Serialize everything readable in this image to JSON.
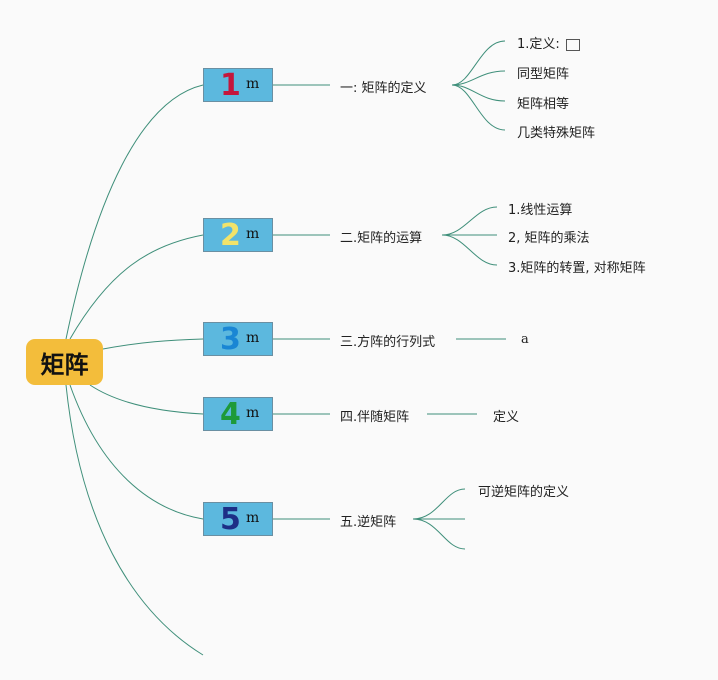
{
  "root": {
    "label": "矩阵"
  },
  "sections": [
    {
      "num": "1",
      "num_color": "#c4163c",
      "suffix": "m",
      "title": "一: 矩阵的定义",
      "items": [
        "1.定义: ",
        "同型矩阵",
        "矩阵相等",
        "几类特殊矩阵"
      ]
    },
    {
      "num": "2",
      "num_color": "#f2e36a",
      "suffix": "m",
      "title": "二.矩阵的运算",
      "items": [
        "1.线性运算",
        "2, 矩阵的乘法",
        "3.矩阵的转置, 对称矩阵"
      ]
    },
    {
      "num": "3",
      "num_color": "#1a86d4",
      "suffix": "m",
      "title": "三.方阵的行列式",
      "items": [
        "a"
      ]
    },
    {
      "num": "4",
      "num_color": "#1e9a3a",
      "suffix": "m",
      "title": "四.伴随矩阵",
      "items": [
        "定义"
      ]
    },
    {
      "num": "5",
      "num_color": "#1d2f86",
      "suffix": "m",
      "title": "五.逆矩阵",
      "items": [
        "可逆矩阵的定义",
        "",
        ""
      ]
    }
  ],
  "colors": {
    "link": "#3f8f7a",
    "root_bg": "#f3bd3b",
    "box_bg": "#5cb8de"
  }
}
